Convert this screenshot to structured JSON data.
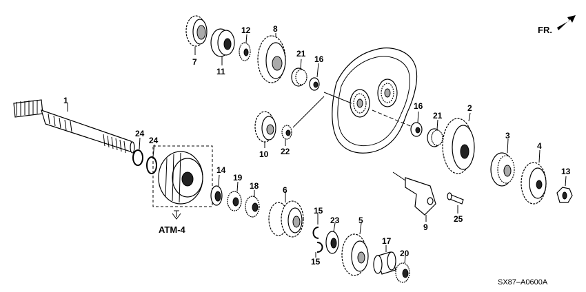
{
  "diagram": {
    "reference_code": "SX87–A0600A",
    "direction_label": "FR.",
    "ref_box_label": "ATM-4",
    "callouts": [
      {
        "id": "p1",
        "text": "1"
      },
      {
        "id": "p2",
        "text": "2"
      },
      {
        "id": "p3",
        "text": "3"
      },
      {
        "id": "p4",
        "text": "4"
      },
      {
        "id": "p5",
        "text": "5"
      },
      {
        "id": "p6",
        "text": "6"
      },
      {
        "id": "p7",
        "text": "7"
      },
      {
        "id": "p8",
        "text": "8"
      },
      {
        "id": "p9",
        "text": "9"
      },
      {
        "id": "p10",
        "text": "10"
      },
      {
        "id": "p11",
        "text": "11"
      },
      {
        "id": "p12",
        "text": "12"
      },
      {
        "id": "p13",
        "text": "13"
      },
      {
        "id": "p14",
        "text": "14"
      },
      {
        "id": "p15a",
        "text": "15"
      },
      {
        "id": "p15b",
        "text": "15"
      },
      {
        "id": "p16a",
        "text": "16"
      },
      {
        "id": "p16b",
        "text": "16"
      },
      {
        "id": "p17",
        "text": "17"
      },
      {
        "id": "p18",
        "text": "18"
      },
      {
        "id": "p19",
        "text": "19"
      },
      {
        "id": "p20",
        "text": "20"
      },
      {
        "id": "p21a",
        "text": "21"
      },
      {
        "id": "p21b",
        "text": "21"
      },
      {
        "id": "p22",
        "text": "22"
      },
      {
        "id": "p23",
        "text": "23"
      },
      {
        "id": "p24a",
        "text": "24"
      },
      {
        "id": "p24b",
        "text": "24"
      },
      {
        "id": "p25",
        "text": "25"
      }
    ]
  }
}
